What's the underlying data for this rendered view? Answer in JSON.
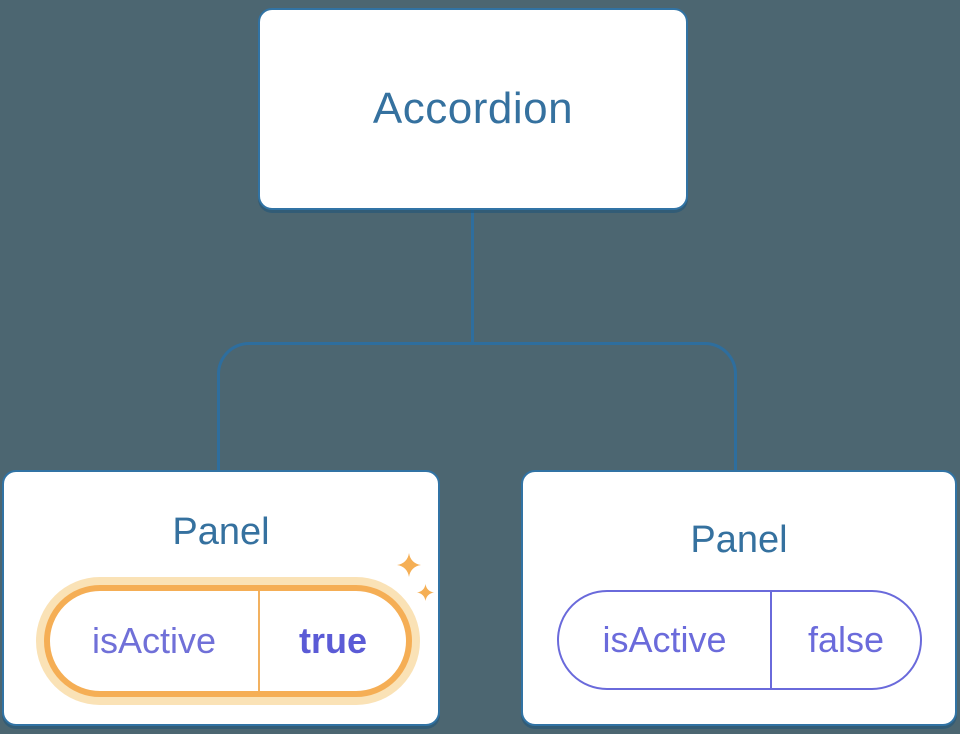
{
  "tree": {
    "root": {
      "label": "Accordion"
    },
    "panels": [
      {
        "title": "Panel",
        "state_name": "isActive",
        "state_value": "true",
        "highlighted": true,
        "badge_icons": [
          "sparkle-icon",
          "sparkle-icon"
        ]
      },
      {
        "title": "Panel",
        "state_name": "isActive",
        "state_value": "false",
        "highlighted": false,
        "badge_icons": []
      }
    ]
  },
  "colors": {
    "background": "#4C6671",
    "card_background": "#FFFFFF",
    "node_border_blue": "#3173A4",
    "node_text_blue": "#35719F",
    "connector_blue": "#2E6E9E",
    "state_text_purple": "#7070D8",
    "state_value_bold_purple": "#5B5BD6",
    "state_border_purple": "#6A6ADB",
    "highlight_border_orange": "#F5AE55",
    "highlight_glow_orange": "#FAE2B6",
    "sparkle_orange": "#F5AF55"
  }
}
